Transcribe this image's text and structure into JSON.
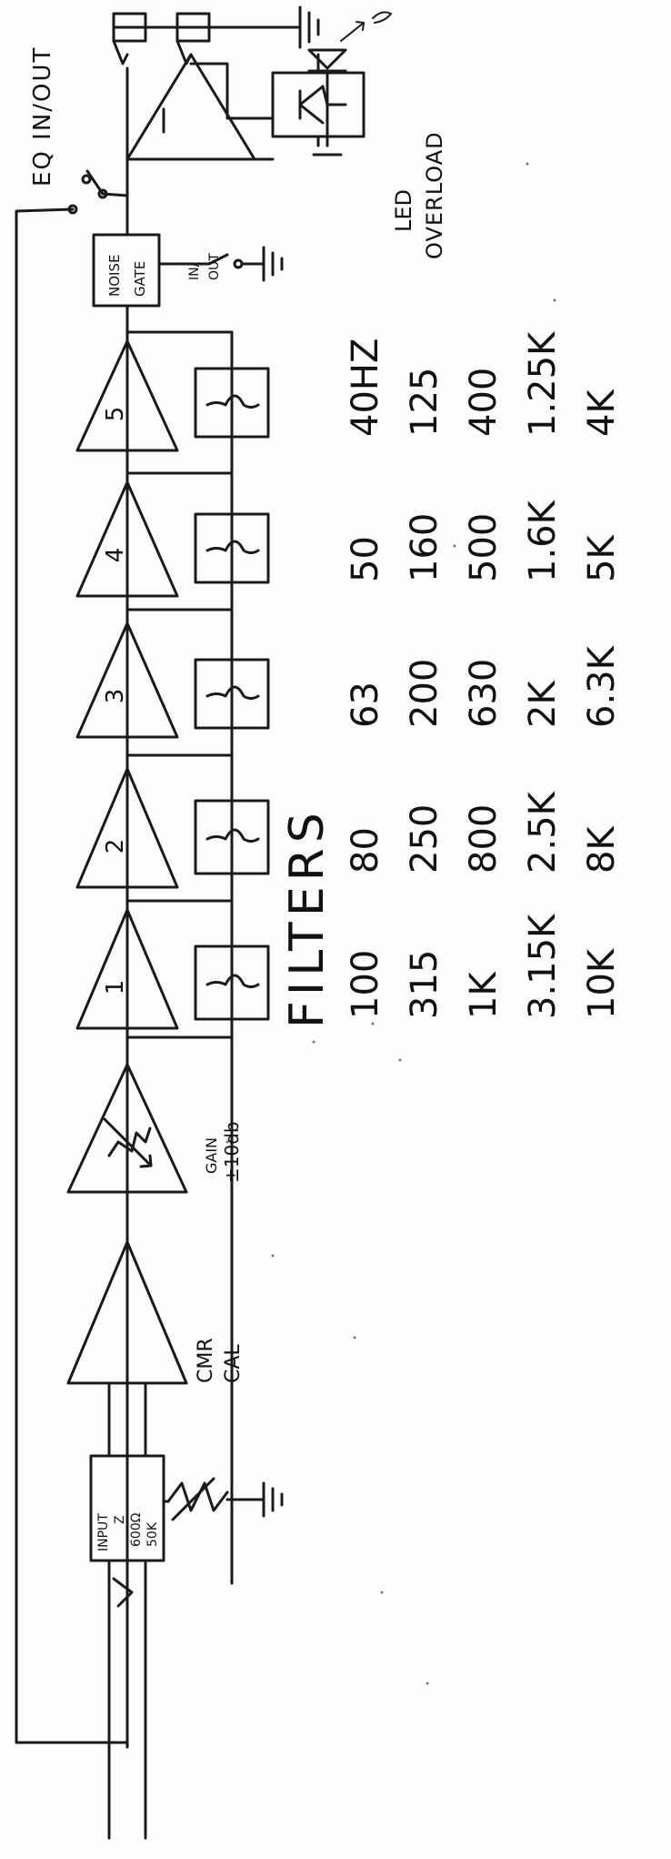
{
  "labels": {
    "eq_in_out": "EQ IN/OUT",
    "noise_gate_line1": "NOISE",
    "noise_gate_line2": "GATE",
    "in_out_switch_line1": "IN/",
    "in_out_switch_line2": "OUT",
    "led_line1": "LED",
    "led_line2": "OVERLOAD",
    "gain_line1": "GAIN",
    "gain_line2": "±10db",
    "cmr_line1": "CMR",
    "cmr_line2": "CAL",
    "input_line1": "INPUT",
    "input_line2": "Z",
    "input_line3": "600Ω",
    "input_line4": "50K",
    "filters_title": "FILTERS"
  },
  "stages": [
    "1",
    "2",
    "3",
    "4",
    "5"
  ],
  "frequency_columns": [
    [
      "100",
      "315",
      "1K",
      "3.15K",
      "10K"
    ],
    [
      "80",
      "250",
      "800",
      "2.5K",
      "8K"
    ],
    [
      "63",
      "200",
      "630",
      "2K",
      "6.3K"
    ],
    [
      "50",
      "160",
      "500",
      "1.6K",
      "5K"
    ],
    [
      "40HZ",
      "125",
      "400",
      "1.25K",
      "4K"
    ]
  ]
}
